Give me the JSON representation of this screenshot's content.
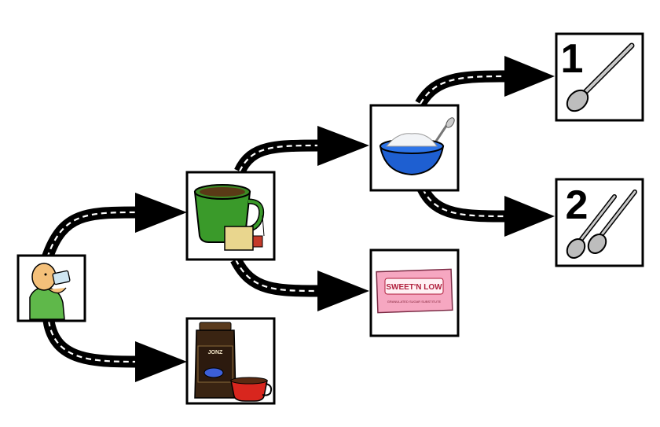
{
  "diagram": {
    "nodes": [
      {
        "id": "drink",
        "icon": "person-drinking-icon"
      },
      {
        "id": "tea",
        "icon": "tea-cup-icon"
      },
      {
        "id": "coffee",
        "icon": "coffee-jar-icon"
      },
      {
        "id": "sugar",
        "icon": "sugar-bowl-icon"
      },
      {
        "id": "sweetener",
        "icon": "sweetener-packet-icon"
      },
      {
        "id": "one-spoon",
        "icon": "one-spoon-icon"
      },
      {
        "id": "two-spoons",
        "icon": "two-spoons-icon"
      }
    ],
    "edges": [
      {
        "from": "drink",
        "to": "tea"
      },
      {
        "from": "drink",
        "to": "coffee"
      },
      {
        "from": "tea",
        "to": "sugar"
      },
      {
        "from": "tea",
        "to": "sweetener"
      },
      {
        "from": "sugar",
        "to": "one-spoon"
      },
      {
        "from": "sugar",
        "to": "two-spoons"
      }
    ],
    "labels": {
      "one_spoon_number": "1",
      "two_spoons_number": "2",
      "sweetener_brand": "SWEET'N LOW",
      "sweetener_subtext": "GRANULATED SUGAR SUBSTITUTE",
      "coffee_brand": "JONZ"
    },
    "colors": {
      "road": "#000000",
      "road_dashes": "#ffffff",
      "tea": "#3a9a2a",
      "bowl": "#1e5fd1",
      "sweetener_packet": "#f6a7c1",
      "coffee_cup": "#d8261e"
    }
  }
}
